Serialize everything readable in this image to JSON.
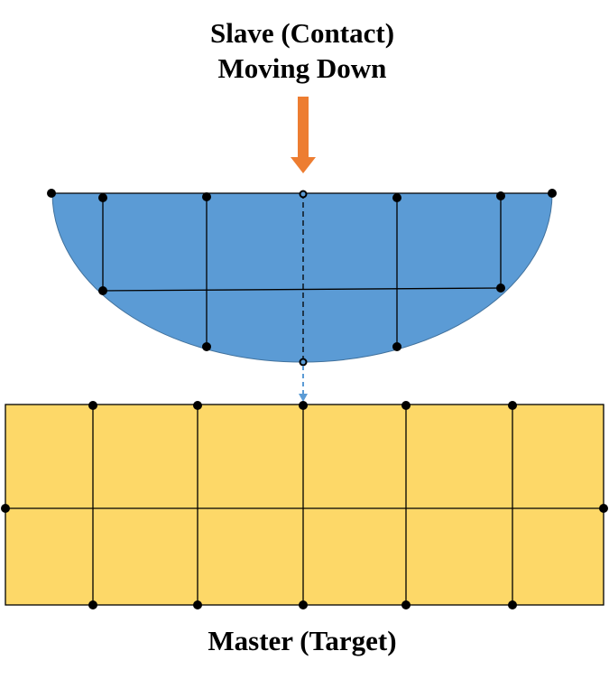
{
  "slave_label_line1": "Slave (Contact)",
  "slave_label_line2": "Moving Down",
  "master_label": "Master (Target)",
  "colors": {
    "slave_fill": "#5b9bd5",
    "slave_stroke": "#41719c",
    "master_fill": "#fdd868",
    "arrow_orange": "#ed7d31",
    "projection_blue": "#5b9bd5",
    "mesh_line": "#000000",
    "node": "#000000"
  }
}
